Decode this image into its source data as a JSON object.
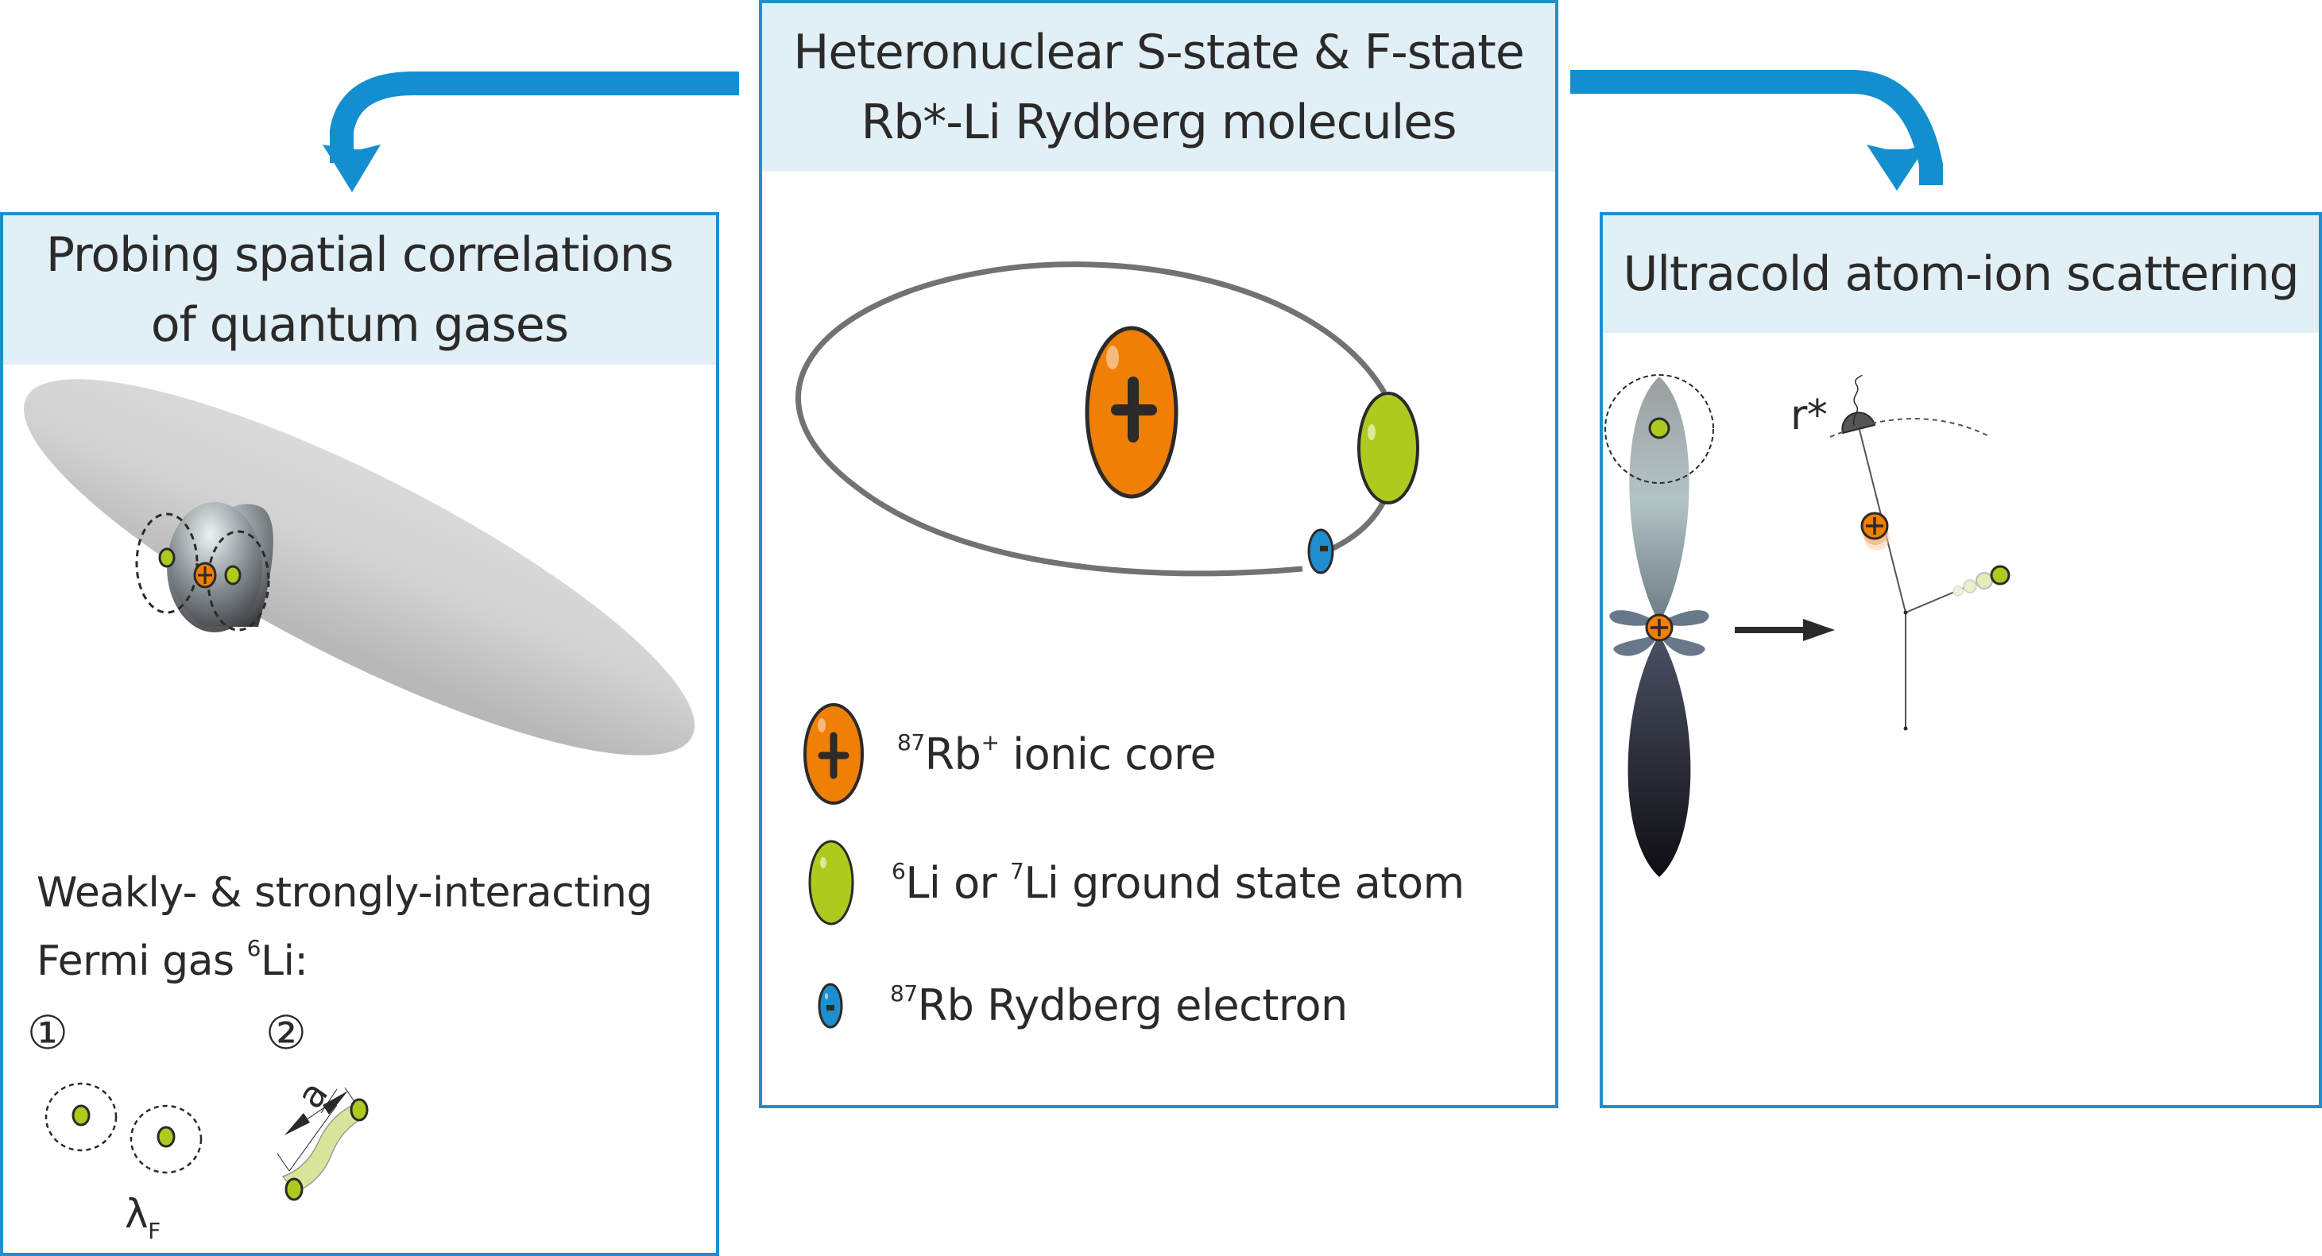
{
  "colors": {
    "frame_blue": "#1f8ed1",
    "header_bg": "#e1eff7",
    "ion_orange": "#f07f05",
    "atom_green": "#afca1f",
    "electron_blue": "#1f8ed1",
    "outline": "#2b2a29",
    "orbit_gray": "#727272"
  },
  "center_panel": {
    "title_line1": "Heteronuclear S-state & F-state",
    "title_line2": "Rb*-Li Rydberg molecules",
    "legend": [
      {
        "icon": "ion-plus-icon",
        "mass_number": "87",
        "element": "Rb",
        "charge": "+",
        "text": "ionic core"
      },
      {
        "icon": "atom-green-icon",
        "iso1": "6",
        "mid": "Li or ",
        "iso2": "7",
        "text": "Li ground state atom"
      },
      {
        "icon": "electron-minus-icon",
        "mass_number": "87",
        "element": "Rb",
        "text": "Rydberg electron"
      }
    ]
  },
  "left_panel": {
    "title_line1": "Probing spatial correlations",
    "title_line2": "of quantum gases",
    "body_line1": "Weakly- & strongly-interacting",
    "body_line2_prefix": "Fermi gas ",
    "body_line2_iso": "6",
    "body_line2_suffix": "Li:",
    "case1_label": "①",
    "case2_label": "②",
    "lambda_symbol": "λ",
    "lambda_subscript": "F",
    "scattering_length_label": "a"
  },
  "right_panel": {
    "title": "Ultracold atom-ion scattering",
    "radius_label": "r*"
  },
  "arrows": [
    {
      "name": "arrow-to-left-panel",
      "direction": "left-then-down"
    },
    {
      "name": "arrow-to-right-panel",
      "direction": "right-then-down"
    }
  ]
}
